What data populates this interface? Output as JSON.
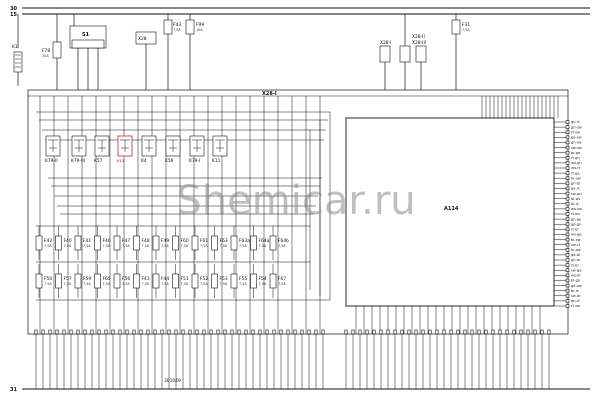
{
  "rails": {
    "top1": "30",
    "top2": "15",
    "bottom": "31"
  },
  "left_ref": "K1",
  "top_fuses": [
    {
      "id": "F78",
      "rating": "20A"
    },
    {
      "id": "F43",
      "rating": "7,5A"
    },
    {
      "id": "F99",
      "rating": "10A"
    },
    {
      "id": "F31",
      "rating": "7,5A"
    }
  ],
  "connectors": {
    "main": "X28-I",
    "top_small": "X28",
    "block_s1": "S1",
    "x28_right_a": "X28-I",
    "x28_right_b": "X28-II",
    "x28_right_c": "X28-III"
  },
  "relays": [
    {
      "id": "K79-II"
    },
    {
      "id": "K79-III"
    },
    {
      "id": "K57"
    },
    {
      "id": "K13"
    },
    {
      "id": "K4"
    },
    {
      "id": "K56"
    },
    {
      "id": "K79-I"
    },
    {
      "id": "K11"
    }
  ],
  "fuse_row1": [
    {
      "id": "F42",
      "rating": "7,5A"
    },
    {
      "id": "F40",
      "rating": "7,5A"
    },
    {
      "id": "F41",
      "rating": "7,5A"
    },
    {
      "id": "F46",
      "rating": "7,5A"
    },
    {
      "id": "F47",
      "rating": "7,5A"
    },
    {
      "id": "F48",
      "rating": "7,5A"
    },
    {
      "id": "F49",
      "rating": "7,5A"
    },
    {
      "id": "F60",
      "rating": "7,5A"
    },
    {
      "id": "F61",
      "rating": "7,5A"
    },
    {
      "id": "F63",
      "rating": "7,5A"
    },
    {
      "id": "F63a",
      "rating": "7,5A"
    },
    {
      "id": "F64a",
      "rating": "7,5A"
    },
    {
      "id": "F64b",
      "rating": "7,5A"
    }
  ],
  "fuse_row2": [
    {
      "id": "F50",
      "rating": "7,5A"
    },
    {
      "id": "F57",
      "rating": "7,5A"
    },
    {
      "id": "F59",
      "rating": "7,5A"
    },
    {
      "id": "F65",
      "rating": "7,5A"
    },
    {
      "id": "F56",
      "rating": "7,5A"
    },
    {
      "id": "F43",
      "rating": "7,5A"
    },
    {
      "id": "F44",
      "rating": "7,5A"
    },
    {
      "id": "F51",
      "rating": "7,5A"
    },
    {
      "id": "F52",
      "rating": "7,5A"
    },
    {
      "id": "F53",
      "rating": "7,5A"
    },
    {
      "id": "F55",
      "rating": "7,5A"
    },
    {
      "id": "F54",
      "rating": "7,5A"
    },
    {
      "id": "F67",
      "rating": "7,5A"
    }
  ],
  "module": {
    "id": "A114"
  },
  "right_pins": [
    "gn-rt",
    "gn-sw",
    "rt-sw",
    "ge-sw",
    "gn-ws",
    "sw-ws",
    "br-ge",
    "rt-gn",
    "ws-gn",
    "ws-rt",
    "rt-ge",
    "br-sw",
    "gn-bl",
    "ge-rt",
    "sw-gn",
    "bl-ws",
    "bl-rt",
    "ws-sw",
    "rt-ws",
    "gn-ge",
    "ge-gn",
    "rt-bl",
    "ws-ge",
    "bl-sw",
    "sw-rt",
    "br-ws",
    "ge-bl",
    "gn-br",
    "rt-br",
    "sw-ge",
    "ws-br",
    "bl-gn",
    "ge-ws",
    "br-rt",
    "sw-bl",
    "gn-rt",
    "rt-sw"
  ],
  "bottom_page_ref": "301049",
  "watermark": "Shemicar.ru"
}
